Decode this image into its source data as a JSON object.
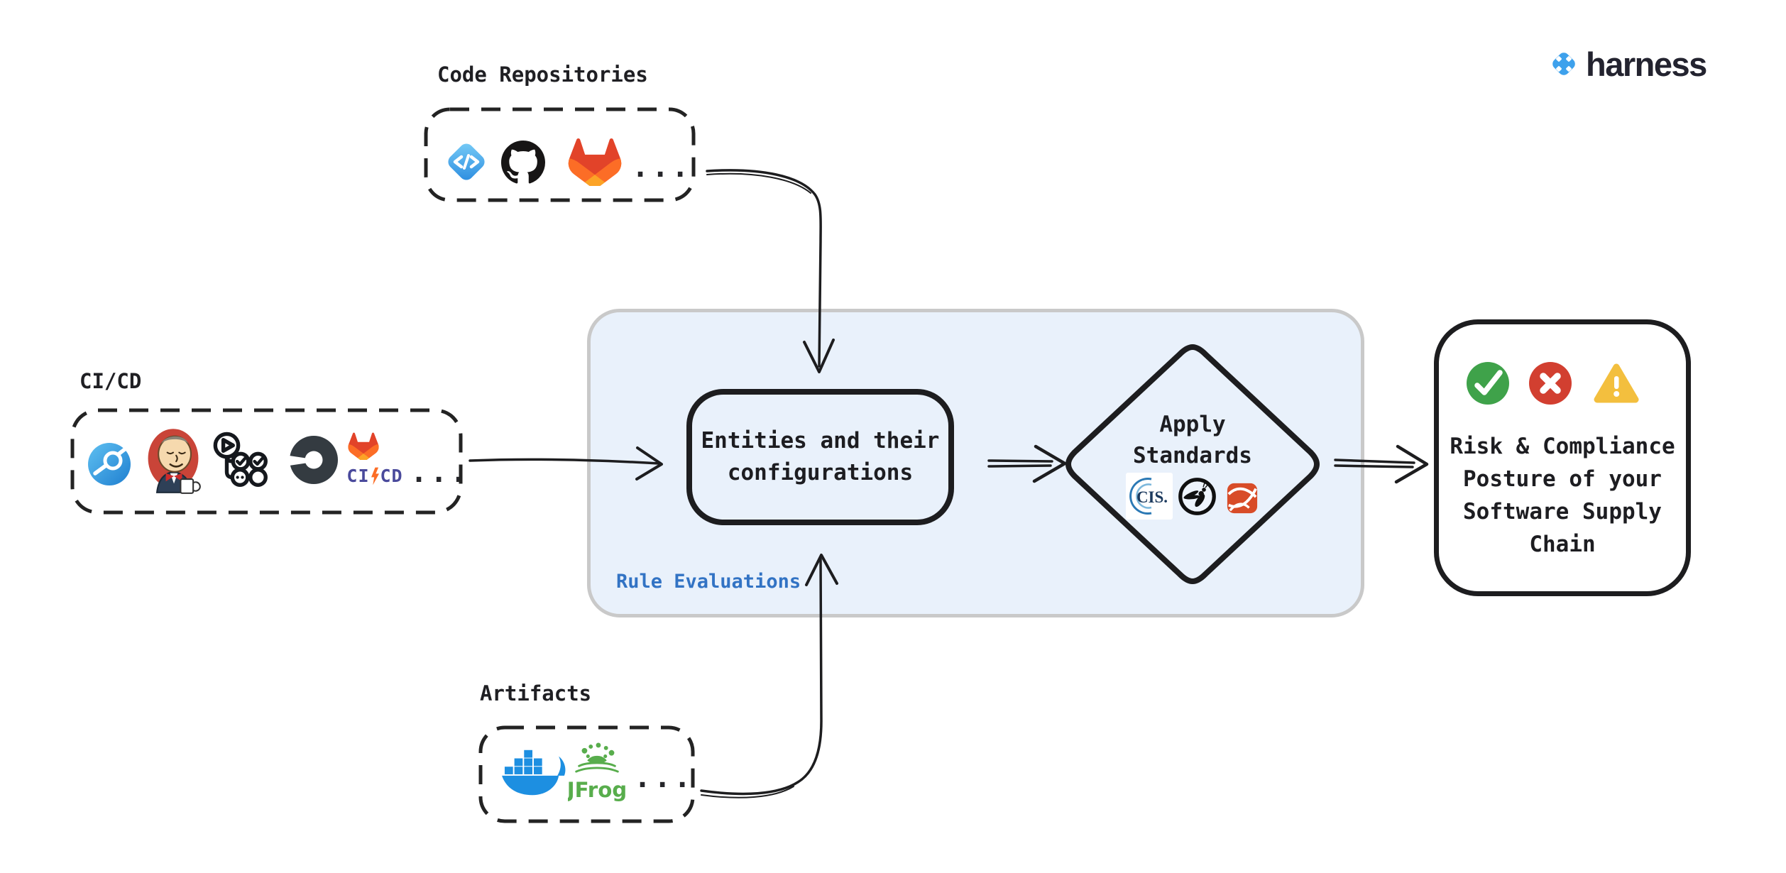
{
  "header": {
    "brand": {
      "icon": "harness-logo-icon",
      "name": "harness",
      "icon_color": "#3ea1ec"
    }
  },
  "sources": {
    "code_repositories": {
      "label": "Code Repositories",
      "icons": [
        "harness-code-icon",
        "github-icon",
        "gitlab-icon"
      ],
      "ellipsis": "..."
    },
    "cicd": {
      "label": "CI/CD",
      "icons": [
        "harness-ci-icon",
        "jenkins-icon",
        "github-actions-icon",
        "circleci-icon",
        "gitlab-cicd-icon"
      ],
      "gitlab_ci_text": "CI",
      "gitlab_cd_text": "CD",
      "ellipsis": "..."
    },
    "artifacts": {
      "label": "Artifacts",
      "icons": [
        "docker-icon",
        "jfrog-icon"
      ],
      "jfrog_text": "JFrog",
      "ellipsis": "..."
    }
  },
  "rule_evaluations_panel": {
    "label": "Rule Evaluations",
    "label_color": "#3273c4",
    "fill_color": "#e9f1fb",
    "border_color": "#c9c9c9"
  },
  "entities_node": {
    "line1": "Entities and their",
    "line2": "configurations"
  },
  "apply_standards_node": {
    "line1": "Apply",
    "line2": "Standards",
    "icons": [
      "cis-icon",
      "owasp-icon",
      "security-standard-icon"
    ],
    "cis_text": "CIS."
  },
  "outcome_node": {
    "icons": [
      "success-check-icon",
      "failure-x-icon",
      "warning-triangle-icon"
    ],
    "lines": [
      "Risk & Compliance",
      "Posture of your",
      "Software Supply",
      "Chain"
    ]
  },
  "colors": {
    "stroke": "#1d1d1f",
    "success_green": "#3fa24a",
    "failure_red": "#d23f30",
    "warning_yellow": "#f3bf3e",
    "docker_blue": "#1d8fe1",
    "jfrog_green": "#58ad4c",
    "gitlab_red": "#e24329",
    "gitlab_orange": "#fc6d26",
    "gitlab_amber": "#fca326",
    "harness_blue": "#3ea1ec"
  }
}
